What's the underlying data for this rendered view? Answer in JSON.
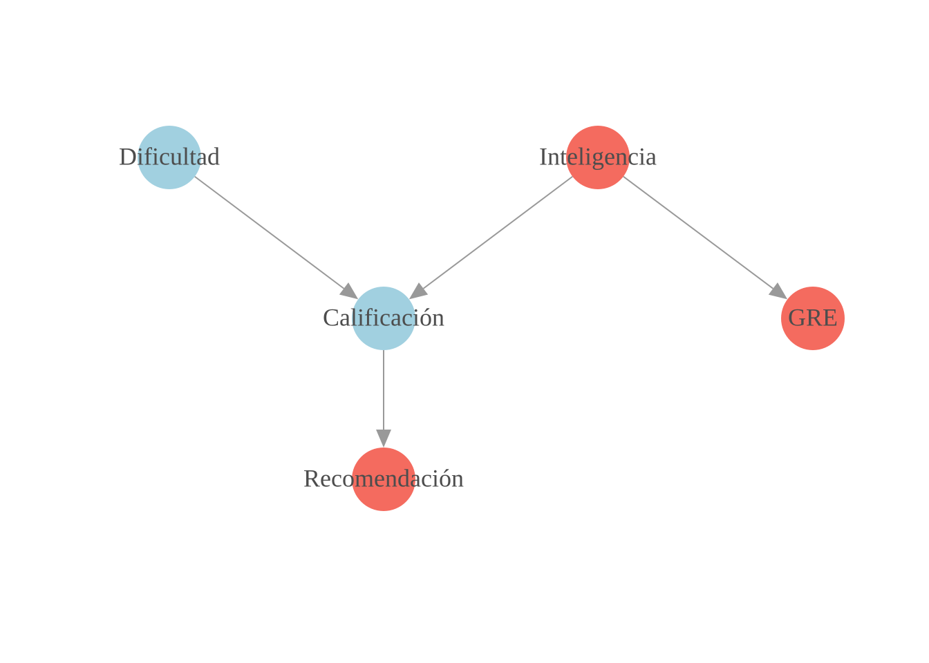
{
  "colors": {
    "background": "#ffffff",
    "blue": "#a1d0e0",
    "red": "#f46b5f",
    "edge": "#999999",
    "label": "#4d4d4d"
  },
  "nodes": [
    {
      "id": "dificultad",
      "label": "Dificultad",
      "color": "#a1d0e0"
    },
    {
      "id": "inteligencia",
      "label": "Inteligencia",
      "color": "#f46b5f"
    },
    {
      "id": "calificacion",
      "label": "Calificación",
      "color": "#a1d0e0"
    },
    {
      "id": "gre",
      "label": "GRE",
      "color": "#f46b5f"
    },
    {
      "id": "recomendacion",
      "label": "Recomendación",
      "color": "#f46b5f"
    }
  ],
  "edges": [
    {
      "from": "dificultad",
      "to": "calificacion"
    },
    {
      "from": "inteligencia",
      "to": "calificacion"
    },
    {
      "from": "inteligencia",
      "to": "gre"
    },
    {
      "from": "calificacion",
      "to": "recomendacion"
    }
  ]
}
